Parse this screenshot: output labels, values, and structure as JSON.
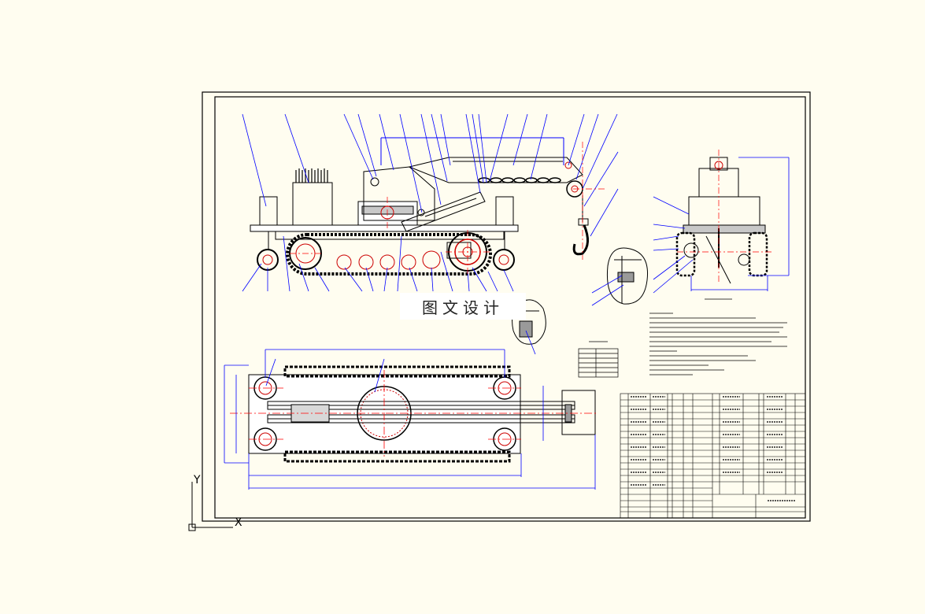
{
  "watermark": {
    "text": "图文设计"
  },
  "drawing": {
    "colors": {
      "background": "#fffdf0",
      "outline": "#000000",
      "leader": "#0000ff",
      "center": "#ff0000",
      "fill": "#d8d8d8"
    }
  },
  "ucs_icon": {
    "x_label": "X",
    "y_label": "Y"
  }
}
